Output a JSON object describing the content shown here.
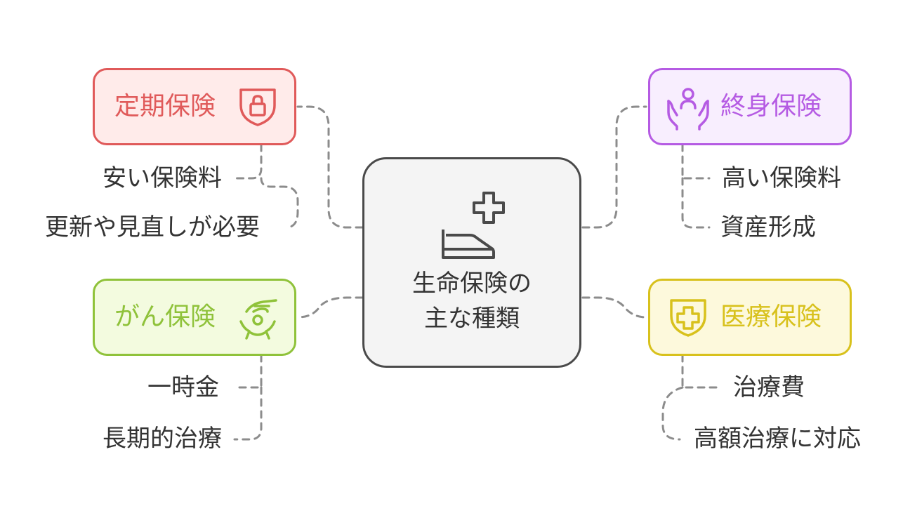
{
  "center": {
    "line1": "生命保険の",
    "line2": "主な種類",
    "icon": "hand-plus-icon"
  },
  "nodes": {
    "term": {
      "label": "定期保険",
      "icon": "shield-lock-icon",
      "color": "#e05a5a",
      "fill": "#ffebea",
      "leaves": [
        "安い保険料",
        "更新や見直しが必要"
      ]
    },
    "whole": {
      "label": "終身保険",
      "icon": "person-hands-icon",
      "color": "#b55be3",
      "fill": "#f8eefe",
      "leaves": [
        "高い保険料",
        "資産形成"
      ]
    },
    "cancer": {
      "label": "がん保険",
      "icon": "helping-hand-icon",
      "color": "#8fc23a",
      "fill": "#f3fbdf",
      "leaves": [
        "一時金",
        "長期的治療"
      ]
    },
    "medical": {
      "label": "医療保険",
      "icon": "shield-plus-icon",
      "color": "#d8c11c",
      "fill": "#fdf9dc",
      "leaves": [
        "治療費",
        "高額治療に対応"
      ]
    }
  }
}
